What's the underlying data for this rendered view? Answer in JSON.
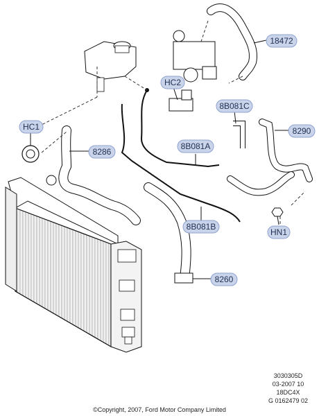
{
  "callouts": {
    "c18472": "18472",
    "hc2": "HC2",
    "c8b081c": "8B081C",
    "hc1": "HC1",
    "c8290": "8290",
    "c8286": "8286",
    "c8b081a": "8B081A",
    "c8b081b": "8B081B",
    "hn1": "HN1",
    "c8260": "8260"
  },
  "reference": {
    "line1": "3030305D",
    "line2": "03-2007 10",
    "line3": "18DC4X",
    "line4": "G 0162479 02"
  },
  "copyright": "©Copyright, 2007, Ford Motor Company Limited",
  "colors": {
    "callout_fill": "#c9d3ea",
    "callout_border": "#8ea2cf",
    "line": "#1a1a1a",
    "part_fill": "#ffffff"
  }
}
